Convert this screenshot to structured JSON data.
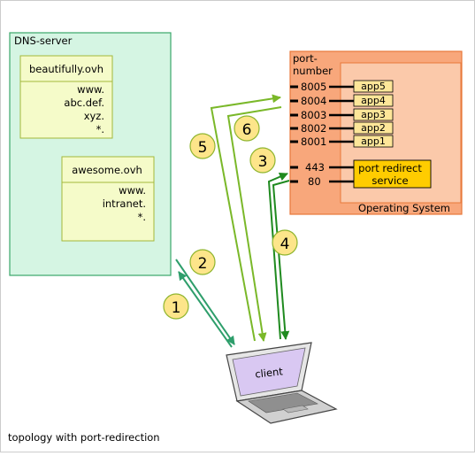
{
  "dns": {
    "label": "DNS-server",
    "zones": [
      {
        "name": "beautifully.ovh",
        "entries": [
          "www.",
          "abc.def.",
          "xyz.",
          "*."
        ]
      },
      {
        "name": "awesome.ovh",
        "entries": [
          "www.",
          "intranet.",
          "*."
        ]
      }
    ]
  },
  "os": {
    "port_label_line1": "port-",
    "port_label_line2": "number",
    "ports": [
      "8005",
      "8004",
      "8003",
      "8002",
      "8001",
      "443",
      "80"
    ],
    "apps": [
      "app5",
      "app4",
      "app3",
      "app2",
      "app1"
    ],
    "redirect_line1": "port redirect",
    "redirect_line2": "service",
    "label": "Operating System"
  },
  "client": {
    "label": "client"
  },
  "steps": [
    "1",
    "2",
    "3",
    "4",
    "5",
    "6"
  ],
  "caption": "topology with port-redirection",
  "colors": {
    "dns_fill": "#d5f5e3",
    "dns_stroke": "#3aa66a",
    "zone_fill": "#f5fbc9",
    "zone_stroke": "#a3b83a",
    "os_outer_fill": "#f8a77b",
    "os_inner_fill": "#fbc9aa",
    "os_stroke": "#e8783a",
    "app_fill": "#fde699",
    "redirect_fill": "#ffcc00",
    "step_fill": "#fde58a",
    "arrow_teal": "#2e9e6b",
    "arrow_light_green": "#7ab829",
    "arrow_dark_green": "#1f8a1f",
    "screen_fill": "#d9c8f2"
  }
}
